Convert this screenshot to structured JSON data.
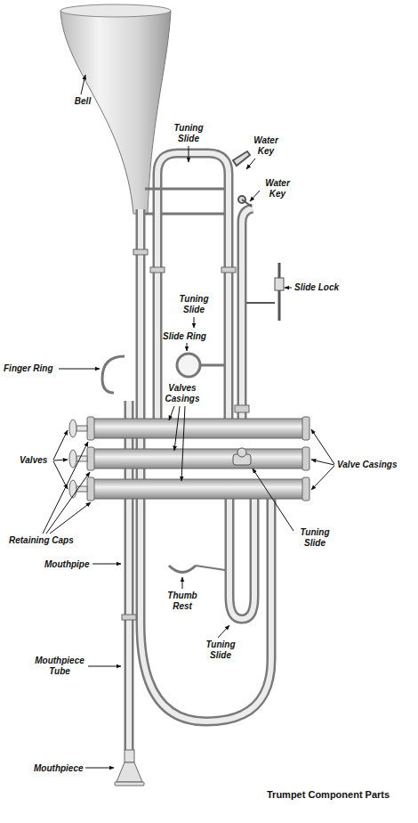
{
  "diagram": {
    "caption": "Trumpet Component Parts",
    "labels": [
      "Bell",
      "Tuning Slide",
      "Water Key",
      "Water Key",
      "Slide Lock",
      "Tuning Slide",
      "Slide Ring",
      "Finger Ring",
      "Valves Casings",
      "Valves",
      "Valve Casings",
      "Retaining Caps",
      "Tuning Slide",
      "Mouthpipe",
      "Thumb Rest",
      "Tuning Slide",
      "Mouthpiece Tube",
      "Mouthpiece"
    ]
  }
}
